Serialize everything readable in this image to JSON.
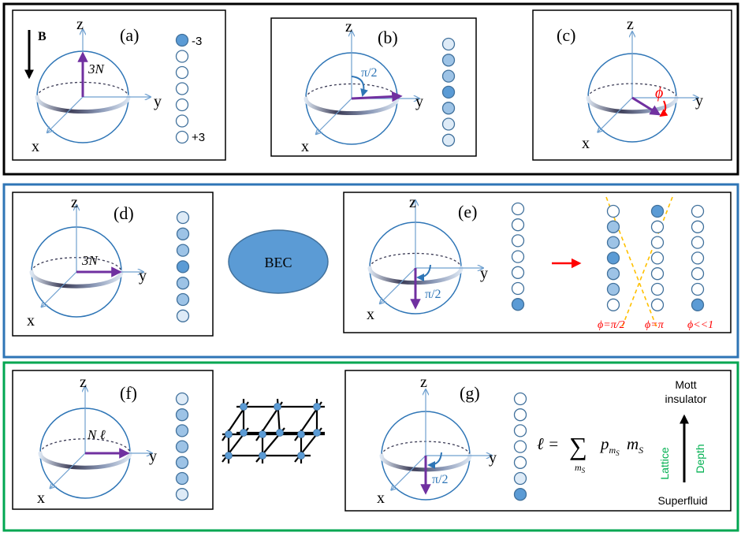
{
  "colors": {
    "outer_black": "#000000",
    "outer_blue": "#2e75b6",
    "outer_green": "#00a651",
    "sphere": "#2e75b6",
    "axis": "#6fa0cf",
    "purple": "#7030a0",
    "red": "#ff0000",
    "orange": "#ffc000",
    "dot_dark": "#5b9bd5",
    "dot_mid": "#9dc3e6",
    "dot_light": "#deebf7",
    "bec": "#5b9bd5",
    "green_text": "#00b050"
  },
  "axis_labels": {
    "z": "z",
    "y": "y",
    "x": "x"
  },
  "panels": {
    "a": {
      "label": "(a)",
      "arrow_label": "3N",
      "field_label": "B",
      "top_level": "-3",
      "bottom_level": "+3"
    },
    "b": {
      "label": "(b)",
      "angle_label": "π/2"
    },
    "c": {
      "label": "(c)",
      "angle_label": "ϕ"
    },
    "d": {
      "label": "(d)",
      "arrow_label": "3N"
    },
    "bec": "BEC",
    "e": {
      "label": "(e)",
      "angle_label": "π/2",
      "phase_1": "ϕ=π/2",
      "phase_2": "ϕ=π",
      "phase_3": "ϕ<<1"
    },
    "f": {
      "label": "(f)",
      "arrow_label": "N ℓ"
    },
    "g": {
      "label": "(g)",
      "angle_label": "π/2",
      "formula_lhs": "ℓ = ",
      "formula_sum": "∑",
      "formula_sub": "m",
      "formula_sub_s": "S",
      "formula_p": "p",
      "formula_p_sub": "m",
      "formula_p_sub_s": "S",
      "formula_m": "m",
      "formula_m_s": "S",
      "mott_1": "Mott",
      "mott_2": "insulator",
      "lattice": "Lattice",
      "depth": "Depth",
      "superfluid": "Superfluid"
    }
  },
  "populations": {
    "a": [
      "dark",
      "white",
      "white",
      "white",
      "white",
      "white",
      "white"
    ],
    "b": [
      "light",
      "mid",
      "mid",
      "dark",
      "mid",
      "light",
      "light"
    ],
    "d": [
      "light",
      "mid",
      "mid",
      "dark",
      "mid",
      "mid",
      "light"
    ],
    "e": [
      "white",
      "white",
      "white",
      "white",
      "white",
      "white",
      "dark"
    ],
    "e1": [
      "white",
      "mid",
      "mid",
      "dark",
      "mid",
      "mid",
      "white"
    ],
    "e2": [
      "dark",
      "white",
      "white",
      "white",
      "white",
      "white",
      "white"
    ],
    "e3": [
      "white",
      "white",
      "white",
      "white",
      "white",
      "white",
      "dark"
    ],
    "f": [
      "light",
      "mid",
      "mid",
      "mid",
      "mid",
      "mid",
      "light"
    ],
    "g": [
      "white",
      "white",
      "white",
      "white",
      "white",
      "light",
      "dark"
    ]
  }
}
